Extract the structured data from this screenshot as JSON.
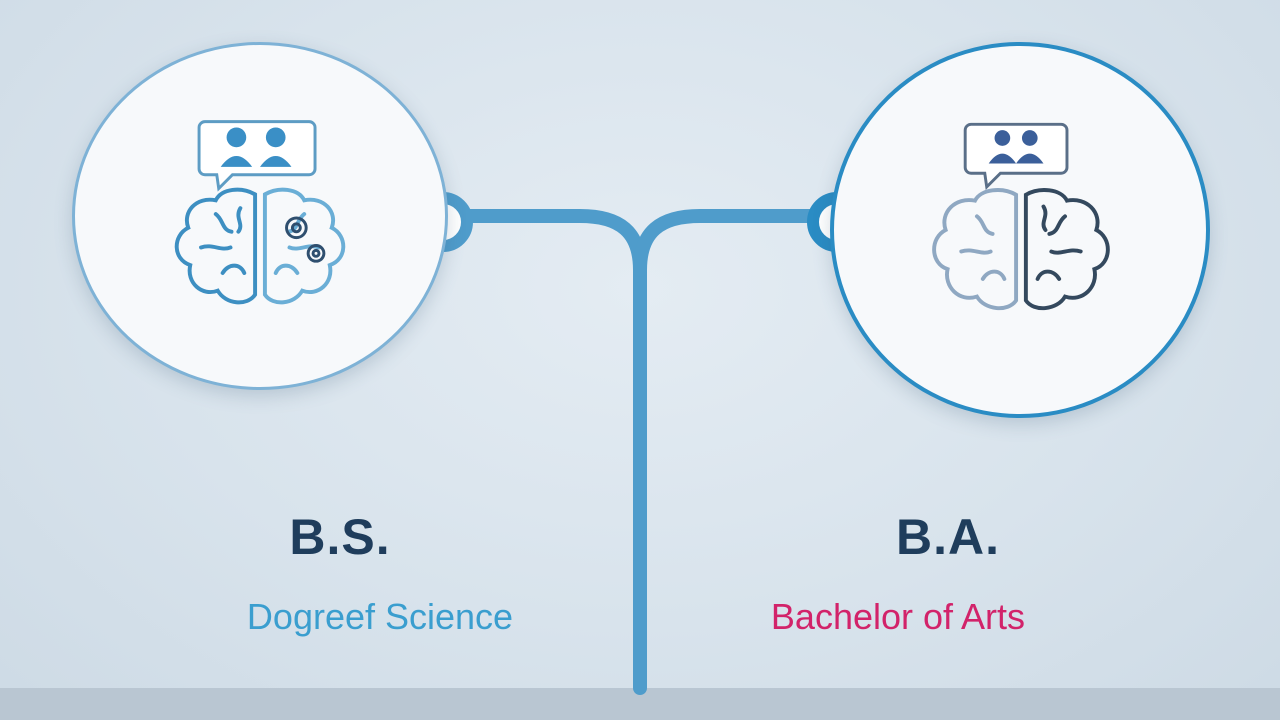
{
  "left_degree": {
    "abbreviation": "B.S.",
    "name": "Dogreef Science",
    "name_color": "#3a9ecf",
    "icon": "brain-with-people-speech-bubble-icon"
  },
  "right_degree": {
    "abbreviation": "B.A.",
    "name": "Bachelor of Arts",
    "name_color": "#d2236a",
    "icon": "brain-with-people-speech-bubble-icon"
  },
  "colors": {
    "background": "#d7e2ec",
    "connector": "#4f9ccb",
    "abbreviation": "#1f3d5c"
  }
}
